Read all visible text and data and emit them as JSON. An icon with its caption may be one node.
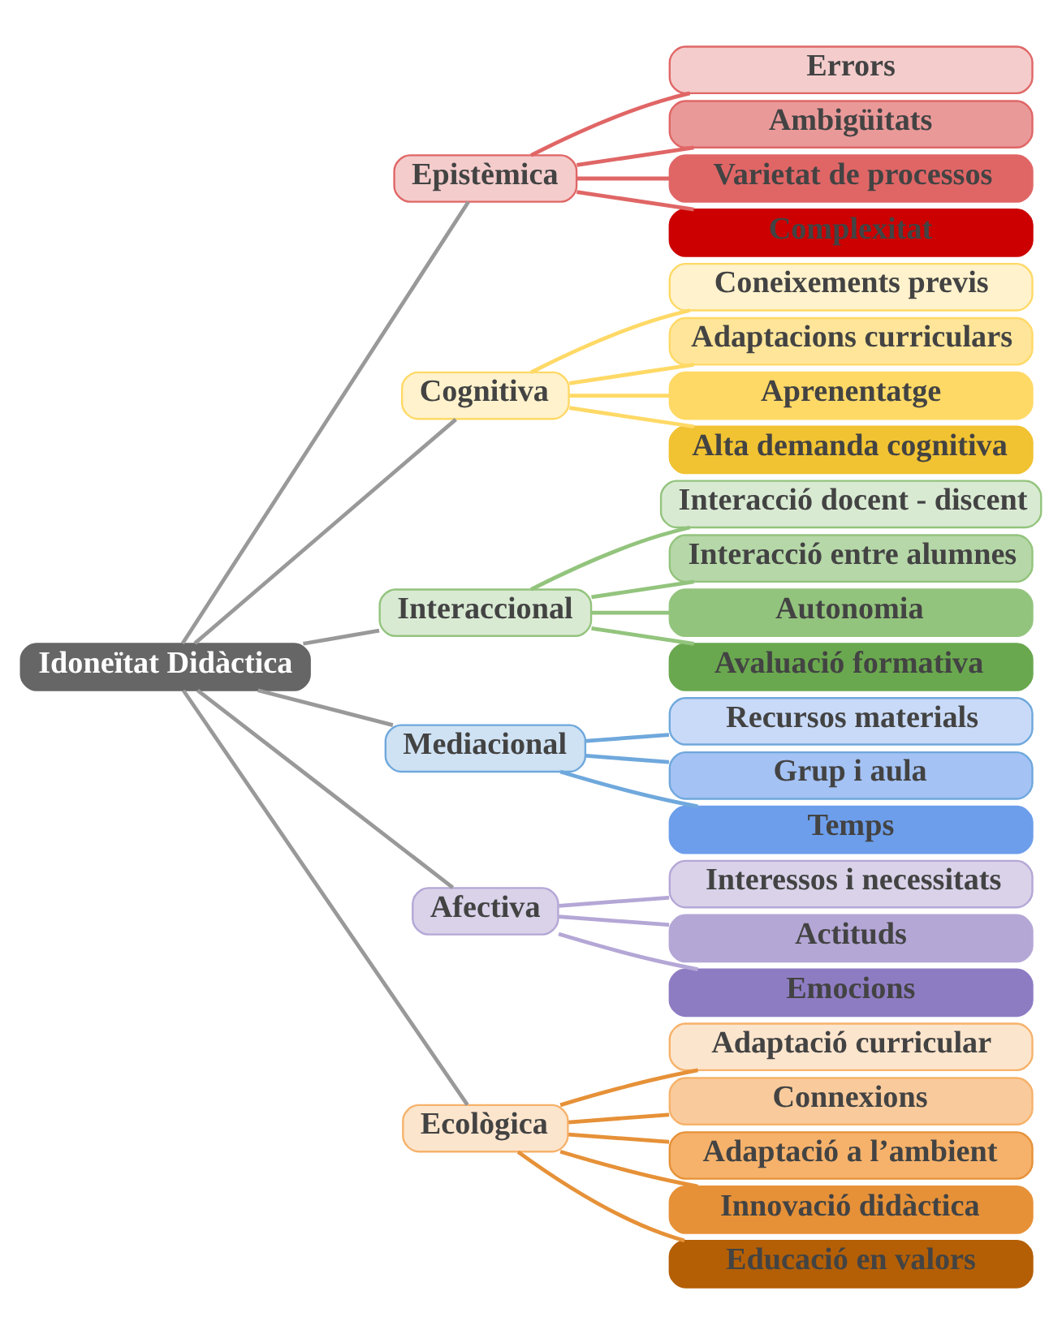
{
  "diagram": {
    "nodes": [
      {
        "text": [
          "Idoneïtat Didàctica"
        ]
      },
      {
        "text": [
          "Epistèmica"
        ]
      },
      {
        "text": [
          "Errors"
        ]
      },
      {
        "text": [
          "Ambigüitats"
        ]
      },
      {
        "text": [
          "Varietat de processos"
        ]
      },
      {
        "text": [
          "Complexitat"
        ]
      },
      {
        "text": [
          "Cognitiva"
        ]
      },
      {
        "text": [
          "Coneixements previs"
        ]
      },
      {
        "text": [
          "Adaptacions curriculars"
        ]
      },
      {
        "text": [
          "Aprenentatge"
        ]
      },
      {
        "text": [
          "Alta demanda cognitiva"
        ]
      },
      {
        "text": [
          "Interaccional"
        ]
      },
      {
        "text": [
          "Interacció docent - discent"
        ]
      },
      {
        "text": [
          "Interacció entre alumnes"
        ]
      },
      {
        "text": [
          "Autonomia"
        ]
      },
      {
        "text": [
          "Avaluació formativa"
        ]
      },
      {
        "text": [
          "Mediacional"
        ]
      },
      {
        "text": [
          "Recursos materials"
        ]
      },
      {
        "text": [
          "Grup i aula"
        ]
      },
      {
        "text": [
          "Temps"
        ]
      },
      {
        "text": [
          "Afectiva"
        ]
      },
      {
        "text": [
          "Interessos i necessitats"
        ]
      },
      {
        "text": [
          "Actituds"
        ]
      },
      {
        "text": [
          "Emocions"
        ]
      },
      {
        "text": [
          "Ecològica"
        ]
      },
      {
        "text": [
          "Adaptació curricular"
        ]
      },
      {
        "text": [
          "Connexions"
        ]
      },
      {
        "text": [
          "Adaptació a l’ambient"
        ]
      },
      {
        "text": [
          "Innovació didàctica"
        ]
      },
      {
        "text": [
          "Educació en valors"
        ]
      }
    ],
    "edges": [
      {
        "from": 0,
        "to": 1,
        "arrow": "none",
        "color": "#999999"
      },
      {
        "from": 0,
        "to": 6,
        "arrow": "none",
        "color": "#999999"
      },
      {
        "from": 0,
        "to": 11,
        "arrow": "none",
        "color": "#999999"
      },
      {
        "from": 0,
        "to": 16,
        "arrow": "none",
        "color": "#999999"
      },
      {
        "from": 0,
        "to": 20,
        "arrow": "none",
        "color": "#999999"
      },
      {
        "from": 0,
        "to": 24,
        "arrow": "none",
        "color": "#999999"
      },
      {
        "from": 1,
        "to": 2,
        "arrow": "none",
        "color": "#e06666"
      },
      {
        "from": 1,
        "to": 3,
        "arrow": "none",
        "color": "#e06666"
      },
      {
        "from": 1,
        "to": 4,
        "arrow": "none",
        "color": "#e06666"
      },
      {
        "from": 1,
        "to": 5,
        "arrow": "none",
        "color": "#e06666"
      },
      {
        "from": 6,
        "to": 7,
        "arrow": "none",
        "color": "#ffd966"
      },
      {
        "from": 6,
        "to": 8,
        "arrow": "none",
        "color": "#ffd966"
      },
      {
        "from": 6,
        "to": 9,
        "arrow": "none",
        "color": "#ffd966"
      },
      {
        "from": 6,
        "to": 10,
        "arrow": "none",
        "color": "#ffd966"
      },
      {
        "from": 11,
        "to": 12,
        "arrow": "none",
        "color": "#93c47d"
      },
      {
        "from": 11,
        "to": 13,
        "arrow": "none",
        "color": "#93c47d"
      },
      {
        "from": 11,
        "to": 14,
        "arrow": "none",
        "color": "#93c47d"
      },
      {
        "from": 11,
        "to": 15,
        "arrow": "none",
        "color": "#93c47d"
      },
      {
        "from": 16,
        "to": 17,
        "arrow": "none",
        "color": "#6fa8dc"
      },
      {
        "from": 16,
        "to": 18,
        "arrow": "none",
        "color": "#6fa8dc"
      },
      {
        "from": 16,
        "to": 19,
        "arrow": "none",
        "color": "#6fa8dc"
      },
      {
        "from": 20,
        "to": 21,
        "arrow": "none",
        "color": "#b4a7d6"
      },
      {
        "from": 20,
        "to": 22,
        "arrow": "none",
        "color": "#b4a7d6"
      },
      {
        "from": 20,
        "to": 23,
        "arrow": "none",
        "color": "#b4a7d6"
      },
      {
        "from": 24,
        "to": 25,
        "arrow": "none",
        "color": "#e69138"
      },
      {
        "from": 24,
        "to": 26,
        "arrow": "none",
        "color": "#e69138"
      },
      {
        "from": 24,
        "to": 27,
        "arrow": "none",
        "color": "#e69138"
      },
      {
        "from": 24,
        "to": 28,
        "arrow": "none",
        "color": "#e69138"
      },
      {
        "from": 24,
        "to": 29,
        "arrow": "none",
        "color": "#e69138"
      }
    ]
  }
}
